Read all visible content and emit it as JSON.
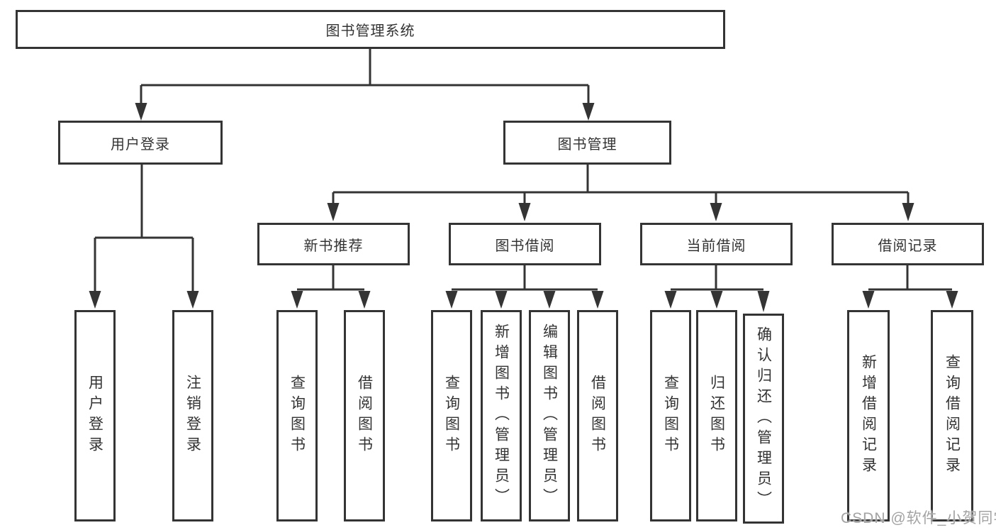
{
  "diagram": {
    "root": "图书管理系统",
    "level2": [
      {
        "label": "用户登录",
        "children": [
          "用户登录",
          "注销登录"
        ]
      },
      {
        "label": "图书管理"
      }
    ],
    "level3": [
      {
        "label": "新书推荐",
        "children": [
          "查询图书",
          "借阅图书"
        ]
      },
      {
        "label": "图书借阅",
        "children": [
          "查询图书",
          "新增图书（管理员）",
          "编辑图书（管理员）",
          "借阅图书"
        ]
      },
      {
        "label": "当前借阅",
        "children": [
          "查询图书",
          "归还图书",
          "确认归还（管理员）"
        ]
      },
      {
        "label": "借阅记录",
        "children": [
          "新增借阅记录",
          "查询借阅记录"
        ]
      }
    ]
  },
  "watermark": "CSDN @软件_小贺同学",
  "colors": {
    "line": "#343434",
    "text": "#333333",
    "watermark": "#a3a3a3",
    "background": "#ffffff"
  }
}
